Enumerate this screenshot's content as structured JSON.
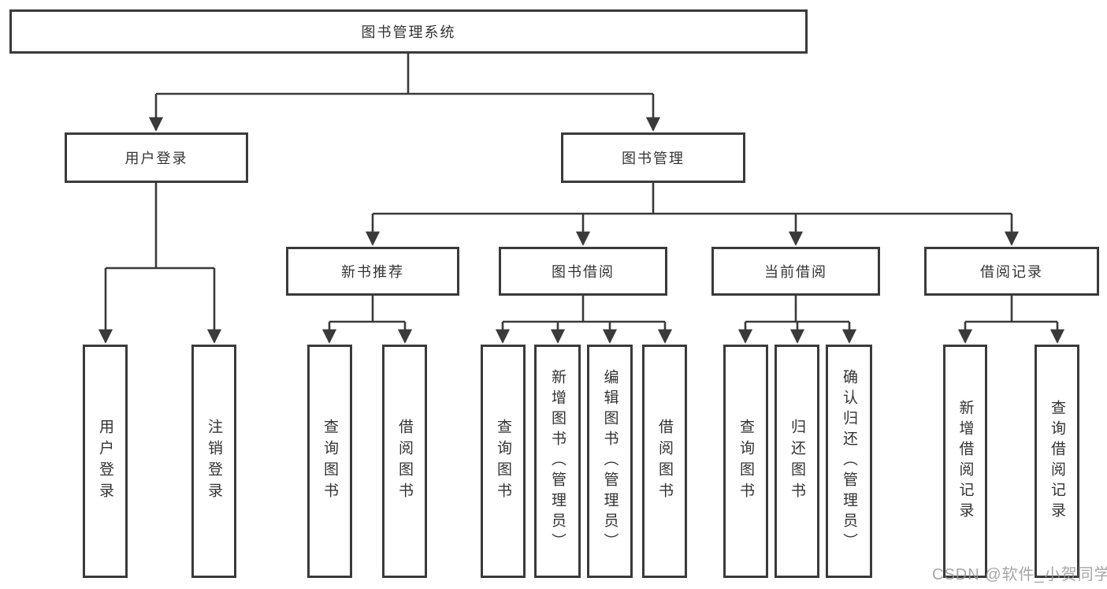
{
  "tree": {
    "root": {
      "label": "图书管理系统",
      "children": [
        {
          "label": "用户登录",
          "children": [
            {
              "label": "用户登录"
            },
            {
              "label": "注销登录"
            }
          ]
        },
        {
          "label": "图书管理",
          "children": [
            {
              "label": "新书推荐",
              "children": [
                {
                  "label": "查询图书"
                },
                {
                  "label": "借阅图书"
                }
              ]
            },
            {
              "label": "图书借阅",
              "children": [
                {
                  "label": "查询图书"
                },
                {
                  "label": "新增图书（管理员）"
                },
                {
                  "label": "编辑图书（管理员）"
                },
                {
                  "label": "借阅图书"
                }
              ]
            },
            {
              "label": "当前借阅",
              "children": [
                {
                  "label": "查询图书"
                },
                {
                  "label": "归还图书"
                },
                {
                  "label": "确认归还（管理员）"
                }
              ]
            },
            {
              "label": "借阅记录",
              "children": [
                {
                  "label": "新增借阅记录"
                },
                {
                  "label": "查询借阅记录"
                }
              ]
            }
          ]
        }
      ]
    }
  },
  "watermark": {
    "text": "CSDN @软件_小贺同学"
  },
  "colors": {
    "line": "#3a3a3a",
    "box_border": "#3a3a3a",
    "text": "#333333",
    "watermark": "#969696",
    "background": "#ffffff"
  }
}
